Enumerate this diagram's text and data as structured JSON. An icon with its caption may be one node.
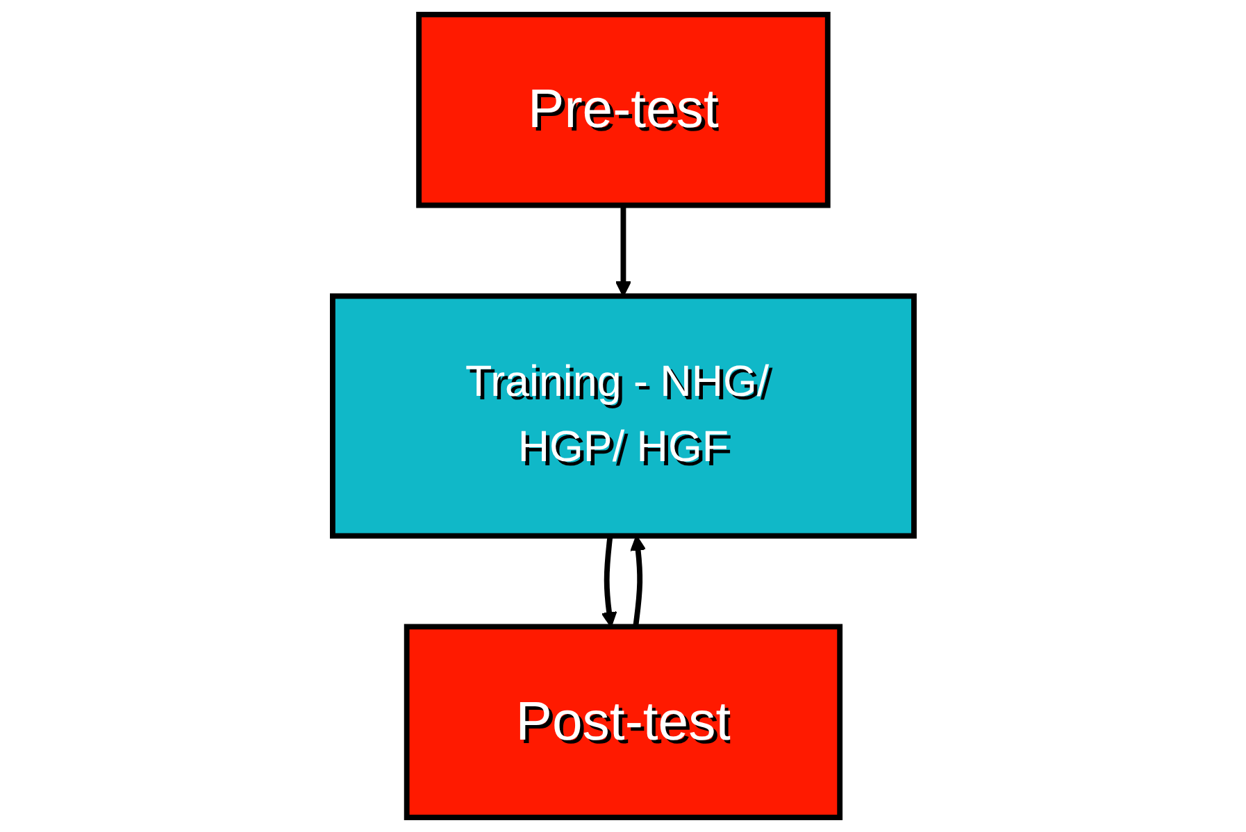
{
  "diagram": {
    "nodes": [
      {
        "text": [
          "Pre-test"
        ]
      },
      {
        "text": [
          "Training - NHG/ HGP/ HGF"
        ]
      },
      {
        "text": [
          "Post-test"
        ]
      }
    ],
    "edges": [
      {
        "from": 0,
        "to": 1,
        "arrow": "to"
      },
      {
        "from": 1,
        "to": 2,
        "arrow": "to"
      },
      {
        "from": 2,
        "to": 1,
        "arrow": "to"
      }
    ]
  }
}
